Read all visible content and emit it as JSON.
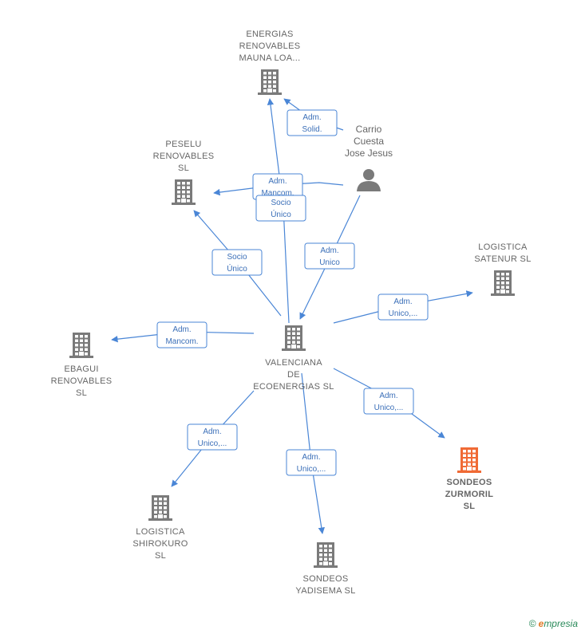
{
  "nodes": [
    {
      "id": "energias",
      "label": [
        "ENERGIAS",
        "RENOVABLES",
        "MAUNA LOA..."
      ],
      "type": "company",
      "focus": false
    },
    {
      "id": "peselu",
      "label": [
        "PESELU",
        "RENOVABLES",
        "SL"
      ],
      "type": "company",
      "focus": false
    },
    {
      "id": "carrio",
      "label": [
        "Carrio",
        "Cuesta",
        "Jose Jesus"
      ],
      "type": "person",
      "focus": false
    },
    {
      "id": "logistica_satenur",
      "label": [
        "LOGISTICA",
        "SATENUR  SL"
      ],
      "type": "company",
      "focus": false
    },
    {
      "id": "valenciana",
      "label": [
        "VALENCIANA",
        "DE",
        "ECOENERGIAS SL"
      ],
      "type": "company",
      "focus": false
    },
    {
      "id": "ebagui",
      "label": [
        "EBAGUI",
        "RENOVABLES",
        "SL"
      ],
      "type": "company",
      "focus": false
    },
    {
      "id": "sondeos_zurmoril",
      "label": [
        "SONDEOS",
        "ZURMORIL",
        "SL"
      ],
      "type": "company",
      "focus": true
    },
    {
      "id": "logistica_shirokuro",
      "label": [
        "LOGISTICA",
        "SHIROKURO",
        "SL"
      ],
      "type": "company",
      "focus": false
    },
    {
      "id": "sondeos_yadisema",
      "label": [
        "SONDEOS",
        "YADISEMA  SL"
      ],
      "type": "company",
      "focus": false
    }
  ],
  "edges": [
    {
      "from": "carrio",
      "to": "energias",
      "label": [
        "Adm.",
        "Solid."
      ]
    },
    {
      "from": "carrio",
      "to": "peselu",
      "label": [
        "Adm.",
        "Mancom."
      ]
    },
    {
      "from": "valenciana",
      "to": "energias",
      "label": [
        "Socio",
        "Único"
      ]
    },
    {
      "from": "valenciana",
      "to": "peselu",
      "label": [
        "Socio",
        "Único"
      ]
    },
    {
      "from": "carrio",
      "to": "valenciana",
      "label": [
        "Adm.",
        "Unico"
      ]
    },
    {
      "from": "valenciana",
      "to": "logistica_satenur",
      "label": [
        "Adm.",
        "Unico,..."
      ]
    },
    {
      "from": "valenciana",
      "to": "ebagui",
      "label": [
        "Adm.",
        "Mancom."
      ]
    },
    {
      "from": "valenciana",
      "to": "sondeos_zurmoril",
      "label": [
        "Adm.",
        "Unico,..."
      ]
    },
    {
      "from": "valenciana",
      "to": "logistica_shirokuro",
      "label": [
        "Adm.",
        "Unico,..."
      ]
    },
    {
      "from": "valenciana",
      "to": "sondeos_yadisema",
      "label": [
        "Adm.",
        "Unico,..."
      ]
    }
  ],
  "colors": {
    "edge": "#4a86d6",
    "company": "#7a7a7a",
    "focus_company": "#f06a35",
    "person": "#7a7a7a"
  },
  "footer": {
    "copyright_symbol": "©",
    "brand_initial": "e",
    "brand_rest": "mpresia"
  }
}
